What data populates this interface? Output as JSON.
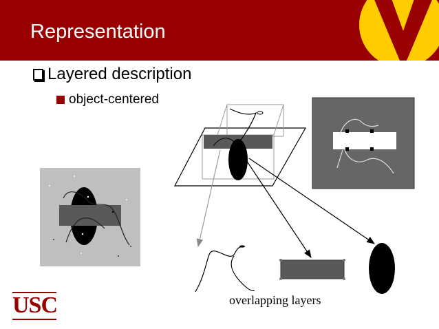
{
  "slide": {
    "title": "Representation",
    "bullet_level1": "Layered description",
    "bullet_level2": "object-centered",
    "caption": "overlapping layers",
    "logo_text": "USC"
  },
  "colors": {
    "header_bg": "#990000",
    "logo_gold": "#FFCC00",
    "panel_dark": "#666666",
    "panel_light": "#bfbfbf",
    "bar_gray": "#595959"
  },
  "icons": {
    "logo": "trojan-v-logo",
    "bullet1": "checkbox-bullet-icon",
    "bullet2": "square-bullet-icon"
  }
}
